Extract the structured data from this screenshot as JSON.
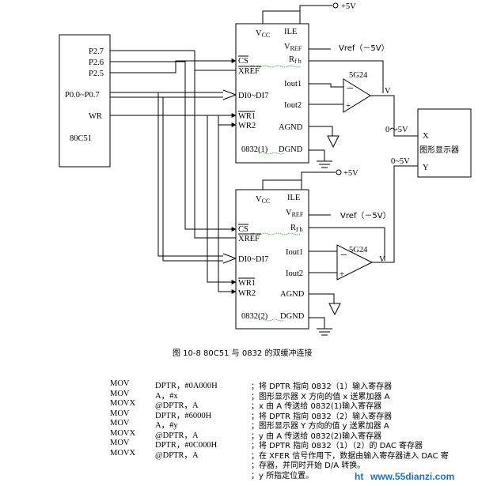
{
  "diagram": {
    "supply1": "+5V",
    "supply2": "+5V",
    "mcu": {
      "name": "80C51",
      "pins": [
        "P2.7",
        "P2.6",
        "P2.5",
        "P0.0~P0.7",
        "WR"
      ]
    },
    "dac1": {
      "vcc": "V",
      "vcc_sub": "CC",
      "ile": "ILE",
      "vref": "V",
      "vref_sub": "REF",
      "vref_ext": "Vref（－5V）",
      "rfb": "R",
      "rfb_sub": "f b",
      "cs": "CS",
      "xref": "XREF",
      "iout1": "Iout1",
      "iout2": "Iout2",
      "di": "DI0~DI7",
      "wr1": "WR1",
      "wr2": "WR2",
      "agnd": "AGND",
      "name": "0832(1)",
      "dgnd": "DGND"
    },
    "dac2": {
      "vcc": "V",
      "vcc_sub": "CC",
      "ile": "ILE",
      "vref": "V",
      "vref_sub": "REF",
      "vref_ext": "Vref（－5V）",
      "rfb": "R",
      "rfb_sub": "f b",
      "cs": "CS",
      "xref": "XREF",
      "iout1": "Iout1",
      "iout2": "Iout2",
      "di": "DI0~DI7",
      "wr1": "WR1",
      "wr2": "WR2",
      "agnd": "AGND",
      "name": "0832(2)",
      "dgnd": "DGND"
    },
    "opamp1": {
      "name": "5G24",
      "minus": "－",
      "plus": "+",
      "out": "V"
    },
    "opamp2": {
      "name": "5G24",
      "minus": "－",
      "plus": "+",
      "out": "V"
    },
    "range1": "0～5V",
    "range2": "0~5V",
    "display": {
      "x": "X",
      "y": "Y",
      "name": "图形显示器"
    }
  },
  "caption": "图 10-8    80C51 与 0832 的双缓冲连接",
  "code": [
    {
      "op": "MOV",
      "arg": "DPTR，#0A000H",
      "comment": "；将 DPTR 指向 0832（1）输入寄存器"
    },
    {
      "op": "MOV",
      "arg": "A，#x",
      "comment": "；图形显示器 X 方向的值 x 送累加器 A"
    },
    {
      "op": "MOVX",
      "arg": "@DPTR，A",
      "comment": "；x 由 A 传送给 0832(1)输入寄存器"
    },
    {
      "op": "MOV",
      "arg": "DPTR，#6000H",
      "comment": "；将 DPTR 指向 0832（2）输入寄存器"
    },
    {
      "op": "MOV",
      "arg": "A，#y",
      "comment": "；图形显示器 Y 方向的值 y 送累加器 A"
    },
    {
      "op": "MOVX",
      "arg": "@DPTR，A",
      "comment": "；y 由 A 传送给 0832(2)输入寄存器"
    },
    {
      "op": "MOV",
      "arg": "DPTR，#0C000H",
      "comment": "；将 DPTR 指向 0832（1）（2）的 DAC 寄存器"
    },
    {
      "op": "MOVX",
      "arg": "@DPTR，A",
      "comment": "；在 XFER 信号作用下，数据由输入寄存器进入 DAC 寄"
    },
    {
      "op": "",
      "arg": "",
      "comment": "；存器，并同时开始 D/A 转换。"
    },
    {
      "op": "",
      "arg": "",
      "comment": "；y 所指定位置。"
    }
  ],
  "watermark": {
    "left": "ht",
    "site": "www.55dianzi.com",
    "color": "#1a6fd0"
  }
}
